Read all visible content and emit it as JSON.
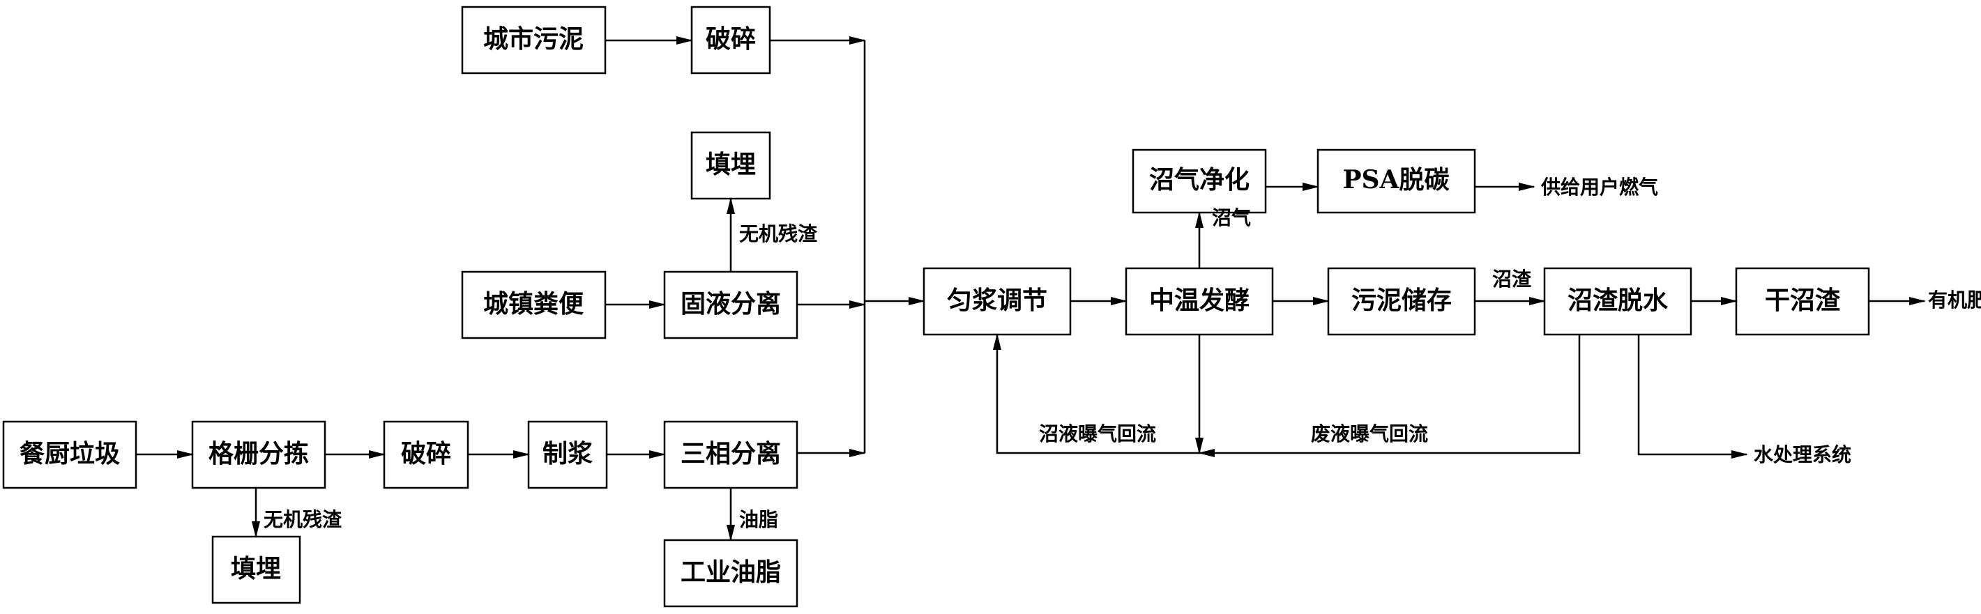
{
  "boxes": {
    "urban_sludge": "城市污泥",
    "crush_top": "破碎",
    "landfill_top": "填埋",
    "town_feces": "城镇粪便",
    "solid_liquid_sep": "固液分离",
    "kitchen_waste": "餐厨垃圾",
    "grid_sorting": "格栅分拣",
    "crush_bottom": "破碎",
    "pulping": "制浆",
    "three_phase_sep": "三相分离",
    "landfill_bottom": "填埋",
    "industrial_grease": "工业油脂",
    "homogenize": "匀浆调节",
    "meso_ferment": "中温发酵",
    "sludge_storage": "污泥储存",
    "biogas_purify": "沼气净化",
    "psa_decarbon": "PSA脱碳",
    "digestate_dewater": "沼渣脱水",
    "dry_digestate": "干沼渣"
  },
  "labels": {
    "inorganic_residue_top": "无机残渣",
    "inorganic_residue_bottom": "无机残渣",
    "grease": "油脂",
    "biogas": "沼气",
    "gas_supply": "供给用户燃气",
    "digestate": "沼渣",
    "organic_fertilizer": "有机肥",
    "biogas_slurry_reflux": "沼液曝气回流",
    "waste_liquid_reflux": "废液曝气回流",
    "water_treatment": "水处理系统"
  }
}
